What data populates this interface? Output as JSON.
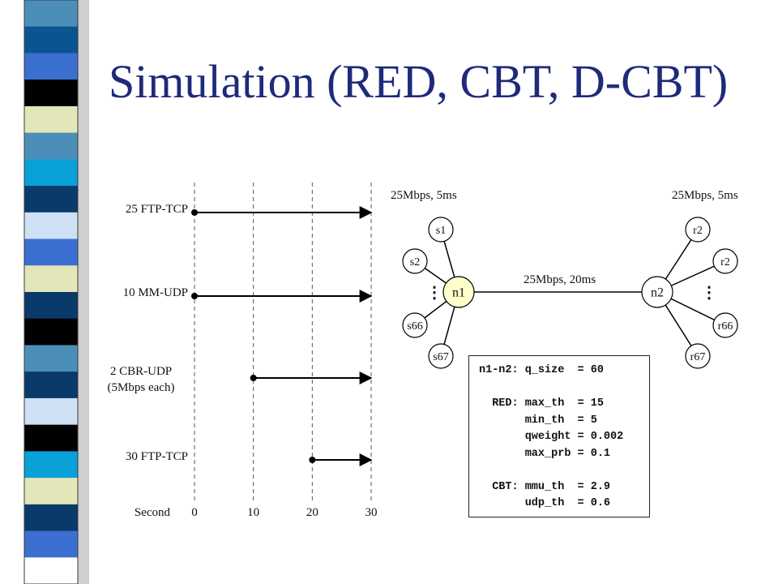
{
  "title": "Simulation (RED, CBT, D-CBT)",
  "stripe_colors": [
    "#4b8fb8",
    "#0a5590",
    "#3b6fd0",
    "#000000",
    "#e3e6b9",
    "#4b8fb8",
    "#0aa0d8",
    "#0a3a6a",
    "#cfe0f5",
    "#3b6fd0",
    "#e3e6b9",
    "#0a3a6a",
    "#000000",
    "#4b8fb8",
    "#0a3a6a",
    "#cfe0f5",
    "#000000",
    "#0aa0d8",
    "#e3e6b9",
    "#0a3a6a",
    "#3b6fd0",
    "#ffffff"
  ],
  "timeline": {
    "flows": [
      {
        "label": "25 FTP-TCP",
        "start": 0,
        "end": 30
      },
      {
        "label": "10 MM-UDP",
        "start": 0,
        "end": 30
      },
      {
        "label": "2 CBR-UDP",
        "label2": "(5Mbps each)",
        "start": 10,
        "end": 30
      },
      {
        "label": "30 FTP-TCP",
        "start": 20,
        "end": 30
      }
    ],
    "axis_label": "Second",
    "ticks": [
      "0",
      "10",
      "20",
      "30"
    ]
  },
  "network": {
    "link_left": "25Mbps, 5ms",
    "link_right": "25Mbps, 5ms",
    "link_bottleneck": "25Mbps, 20ms",
    "router_left": "n1",
    "router_right": "n2",
    "senders": [
      "s1",
      "s2",
      "s66",
      "s67"
    ],
    "receivers": [
      "r2",
      "r2",
      "r66",
      "r67"
    ],
    "router_left_color": "#ffffcc",
    "ellipsis": "⋮"
  },
  "params": {
    "lines": [
      "n1-n2: q_size  = 60",
      "",
      "  RED: max_th  = 15",
      "       min_th  = 5",
      "       qweight = 0.002",
      "       max_prb = 0.1",
      "",
      "  CBT: mmu_th  = 2.9",
      "       udp_th  = 0.6"
    ]
  }
}
